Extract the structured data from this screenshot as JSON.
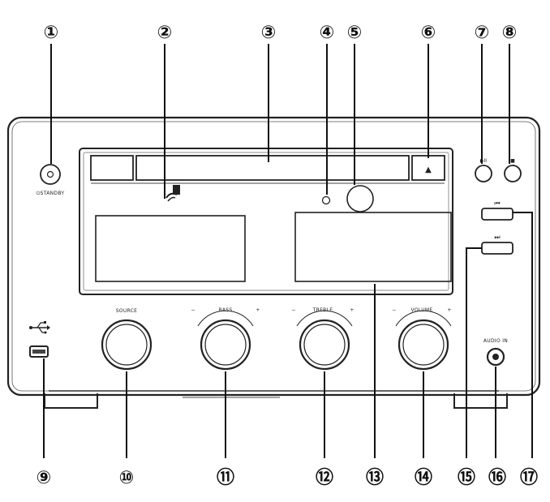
{
  "callouts": [
    {
      "n": "1",
      "symbol": "①"
    },
    {
      "n": "2",
      "symbol": "②"
    },
    {
      "n": "3",
      "symbol": "③"
    },
    {
      "n": "4",
      "symbol": "④"
    },
    {
      "n": "5",
      "symbol": "⑤"
    },
    {
      "n": "6",
      "symbol": "⑥"
    },
    {
      "n": "7",
      "symbol": "⑦"
    },
    {
      "n": "8",
      "symbol": "⑧"
    },
    {
      "n": "9",
      "symbol": "⑨"
    },
    {
      "n": "10",
      "symbol": "⑩"
    },
    {
      "n": "11",
      "symbol": "⑪"
    },
    {
      "n": "12",
      "symbol": "⑫"
    },
    {
      "n": "13",
      "symbol": "⑬"
    },
    {
      "n": "14",
      "symbol": "⑭"
    },
    {
      "n": "15",
      "symbol": "⑮"
    },
    {
      "n": "16",
      "symbol": "⑯"
    },
    {
      "n": "17",
      "symbol": "⑰"
    }
  ],
  "labels": {
    "standby": "⏻STANDBY",
    "source": "SOURCE",
    "bass": "BASS",
    "treble": "TREBLE",
    "volume": "VOLUME",
    "audio_in": "AUDIO IN",
    "minus": "−",
    "plus": "+",
    "eject_symbol": "▲",
    "play_pause_symbol": "▶II",
    "stop_symbol": "■",
    "prev_symbol": "⏮",
    "next_symbol": "⏭",
    "usb_symbol": "⭍"
  }
}
